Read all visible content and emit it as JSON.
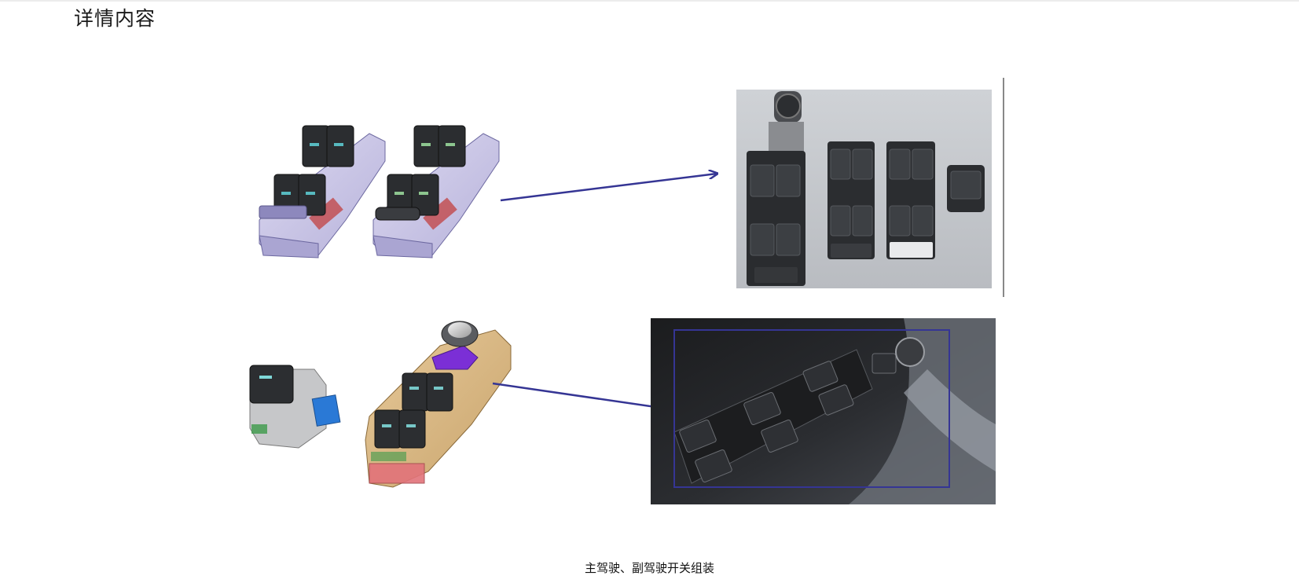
{
  "section": {
    "title": "详情内容"
  },
  "figure": {
    "caption": "主驾驶、副驾驶开关组装",
    "panels": [
      {
        "name": "cad-window-switch-models-top"
      },
      {
        "name": "photo-window-switch-parts"
      },
      {
        "name": "cad-window-switch-models-bottom"
      },
      {
        "name": "photo-door-panel-installed"
      }
    ],
    "colors": {
      "arrow": "#353594",
      "cad_lavender": "#c9c5e6",
      "cad_tan": "#d9b783",
      "cad_blue": "#2a79d6",
      "cad_purple": "#7b2fd6",
      "switch_black": "#2a2c2e",
      "photo_bg": "#c4c7cb",
      "door_dark": "#202124"
    }
  }
}
